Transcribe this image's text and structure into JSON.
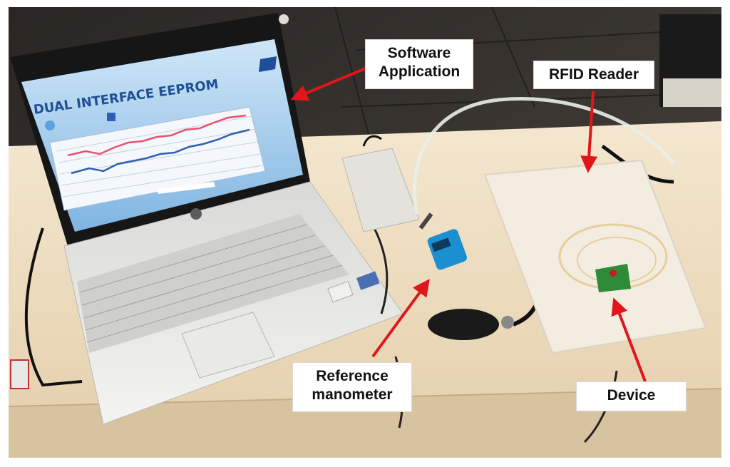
{
  "screen": {
    "title": "DUAL INTERFACE EEPROM"
  },
  "callouts": {
    "software_application": [
      "Software",
      "Application"
    ],
    "rfid_reader": [
      "RFID Reader"
    ],
    "reference_manometer": [
      "Reference",
      "manometer"
    ],
    "device": [
      "Device"
    ]
  },
  "colors": {
    "arrow": "#e0161b",
    "series_pink": "#e8506e",
    "series_blue": "#2e5fb0"
  }
}
